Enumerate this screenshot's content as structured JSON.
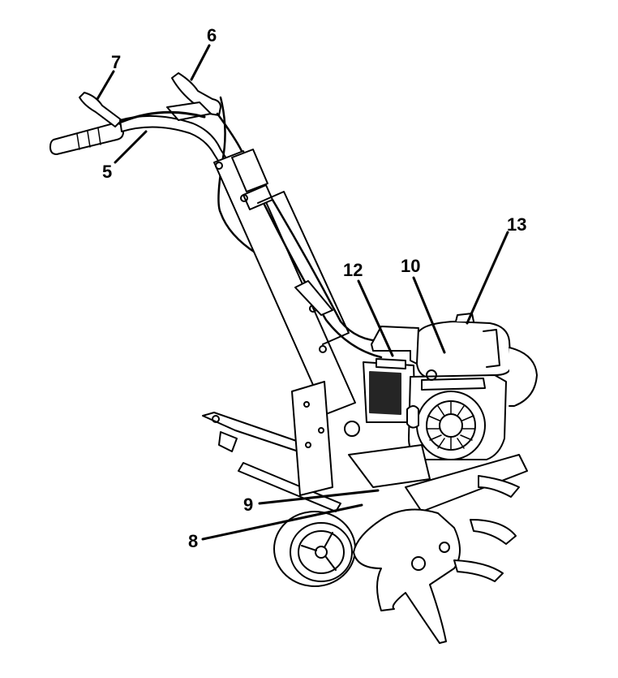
{
  "diagram": {
    "callouts": {
      "c7": "7",
      "c6": "6",
      "c5": "5",
      "c13": "13",
      "c12": "12",
      "c10": "10",
      "c9": "9",
      "c8": "8"
    },
    "line_color": "#000000",
    "background": "#ffffff"
  }
}
